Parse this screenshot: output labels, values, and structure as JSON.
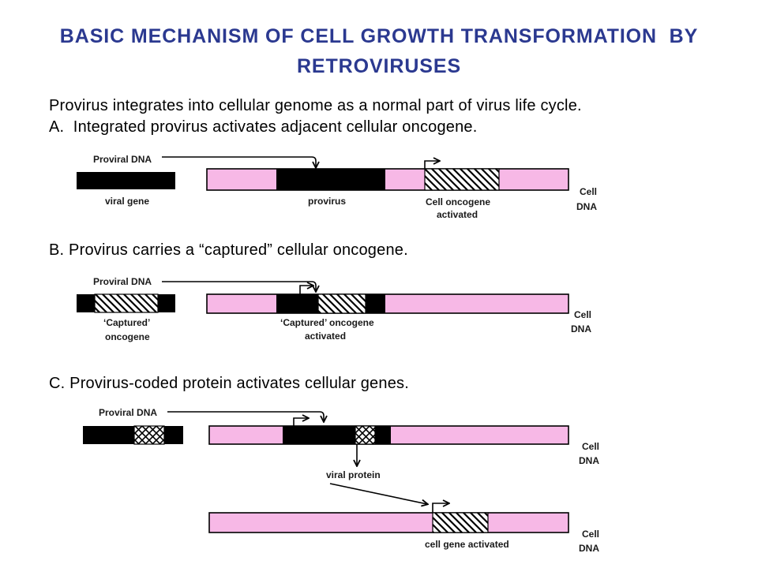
{
  "title": {
    "line1": "BASIC MECHANISM OF CELL GROWTH TRANSFORMATION  BY",
    "line2": "RETROVIRUSES"
  },
  "intro": "Provirus integrates into cellular genome as a normal part of virus life cycle.",
  "section_a": {
    "heading": "A.  Integrated provirus activates adjacent cellular oncogene.",
    "proviral_dna": "Proviral DNA",
    "viral_gene": "viral gene",
    "provirus": "provirus",
    "oncogene_label": [
      "Cell oncogene",
      "activated"
    ],
    "cell_dna_label": [
      "Cell",
      "DNA"
    ]
  },
  "section_b": {
    "heading": "B. Provirus carries a “captured” cellular oncogene.",
    "proviral_dna": "Proviral DNA",
    "captured_label": [
      "‘Captured’",
      "oncogene"
    ],
    "captured_activated_label": [
      "‘Captured’ oncogene",
      "activated"
    ],
    "cell_dna_label": [
      "Cell",
      "DNA"
    ]
  },
  "section_c": {
    "heading": "C. Provirus-coded protein activates cellular genes.",
    "proviral_dna": "Proviral DNA",
    "viral_protein": "viral protein",
    "cell_dna_label": [
      "Cell",
      "DNA"
    ],
    "cell_gene_activated": "cell gene activated",
    "cell_dna_label_2": [
      "Cell",
      "DNA"
    ]
  },
  "colors": {
    "title": "#2b3990",
    "dna_bar": "#f7b8e6",
    "segment": "#000000"
  }
}
